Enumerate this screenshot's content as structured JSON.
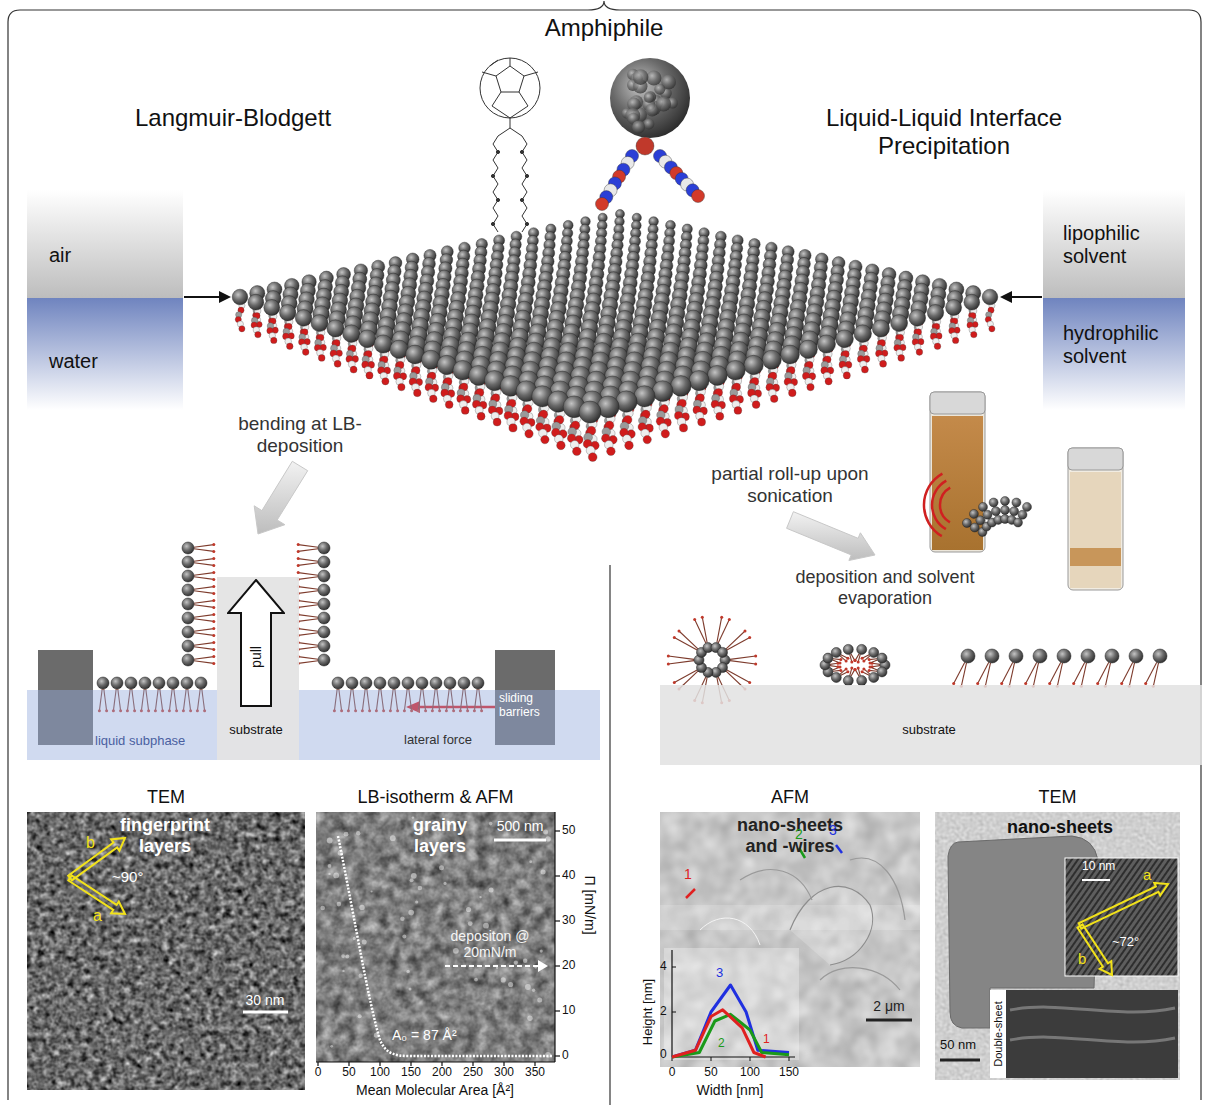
{
  "diagram": {
    "title": "Amphiphile",
    "nodes": [
      {
        "text": [
          "air"
        ]
      },
      {
        "text": [
          "water"
        ]
      },
      {
        "text": [
          "lipophilic solvent"
        ]
      },
      {
        "text": [
          "hydrophilic solvent"
        ]
      },
      {
        "text": [
          "liquid subphase"
        ]
      },
      {
        "text": [
          "substrate"
        ]
      },
      {
        "text": [
          "pull"
        ],
        "in": 5
      },
      {
        "text": [
          "substrate"
        ]
      },
      {
        "text": [
          "TEM"
        ]
      },
      {
        "text": [
          "LB-isotherm & AFM"
        ]
      },
      {
        "text": [
          "AFM"
        ]
      },
      {
        "text": [
          "TEM"
        ]
      }
    ],
    "labels": [
      "Langmuir-Blodgett",
      "Liquid-Liquid Interface Precipitation",
      "bending at LB-deposition",
      "partial roll-up upon sonication",
      "deposition and solvent evaporation",
      "sliding barriers",
      "lateral force",
      "fingerprint layers",
      "b",
      "a",
      "~90°",
      "30 nm",
      "grainy layers",
      "500 nm",
      "depositon @ 20mN/m",
      "A₀ = 87 Å²",
      "Π [mN/m]",
      "50",
      "40",
      "30",
      "20",
      "10",
      "0",
      "0",
      "50",
      "100",
      "150",
      "200",
      "250",
      "300",
      "350",
      "Mean Molecular Area [Å²]",
      "nano-sheets and -wires",
      "1",
      "2",
      "3",
      "2 μm",
      "Height [nm]",
      "4",
      "2",
      "0",
      "0",
      "50",
      "100",
      "150",
      "Width [nm]",
      "3",
      "2",
      "1",
      "nano-sheets",
      "10 nm",
      "a",
      "b",
      "~72°",
      "Double-sheet",
      "50 nm"
    ]
  }
}
